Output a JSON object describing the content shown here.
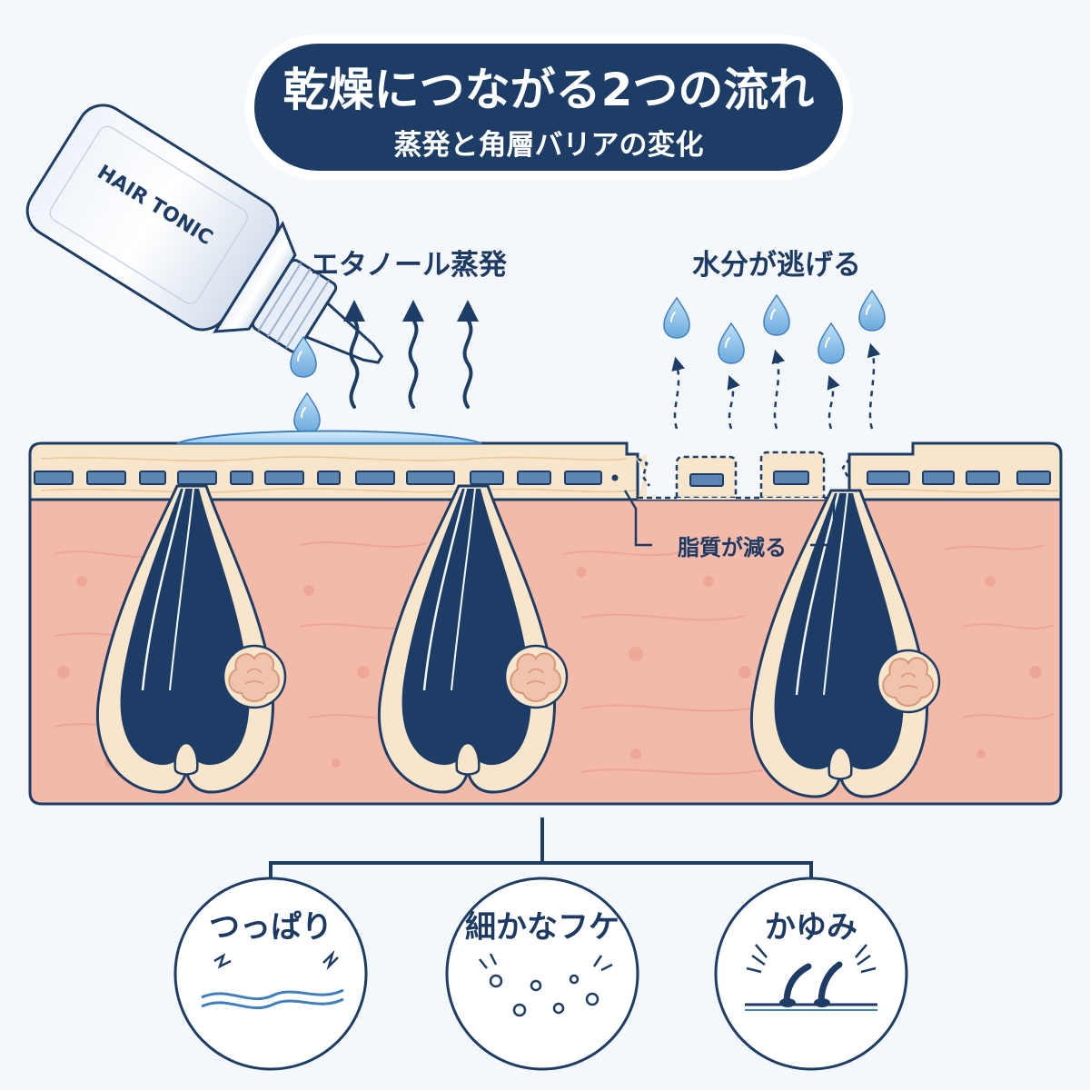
{
  "title": {
    "main": "乾燥につながる2つの流れ",
    "sub": "蒸発と角層バリアの変化"
  },
  "bottle": {
    "label": "HAIR TONIC"
  },
  "labels": {
    "ethanol": "エタノール蒸発",
    "water": "水分が逃げる",
    "lipid": "脂質が減る"
  },
  "effects": [
    {
      "label": "つっぱり"
    },
    {
      "label": "細かなフケ"
    },
    {
      "label": "かゆみ"
    }
  ],
  "colors": {
    "navy": "#1d3d66",
    "skin": "#f3b9a9",
    "skin_top": "#f8e6cc",
    "droplet": "#8cc3ea",
    "background": "#f4f7fb"
  }
}
